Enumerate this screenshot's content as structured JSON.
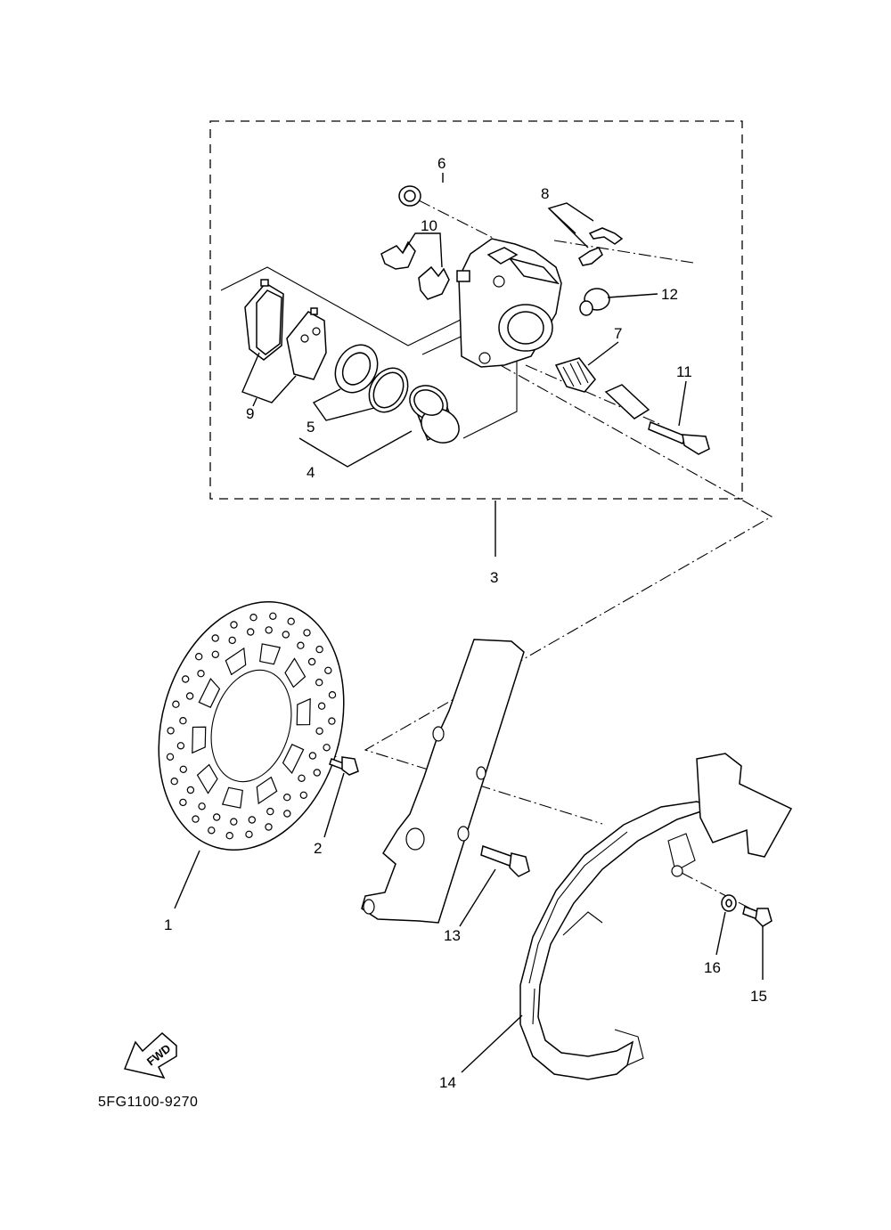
{
  "diagram": {
    "callouts": {
      "c1": "1",
      "c2": "2",
      "c3": "3",
      "c4": "4",
      "c5": "5",
      "c6": "6",
      "c7": "7",
      "c8": "8",
      "c9": "9",
      "c10": "10",
      "c11": "11",
      "c12": "12",
      "c13": "13",
      "c14": "14",
      "c15": "15",
      "c16": "16"
    },
    "fwd_label": "FWD",
    "drawing_code": "5FG1100-9270"
  }
}
